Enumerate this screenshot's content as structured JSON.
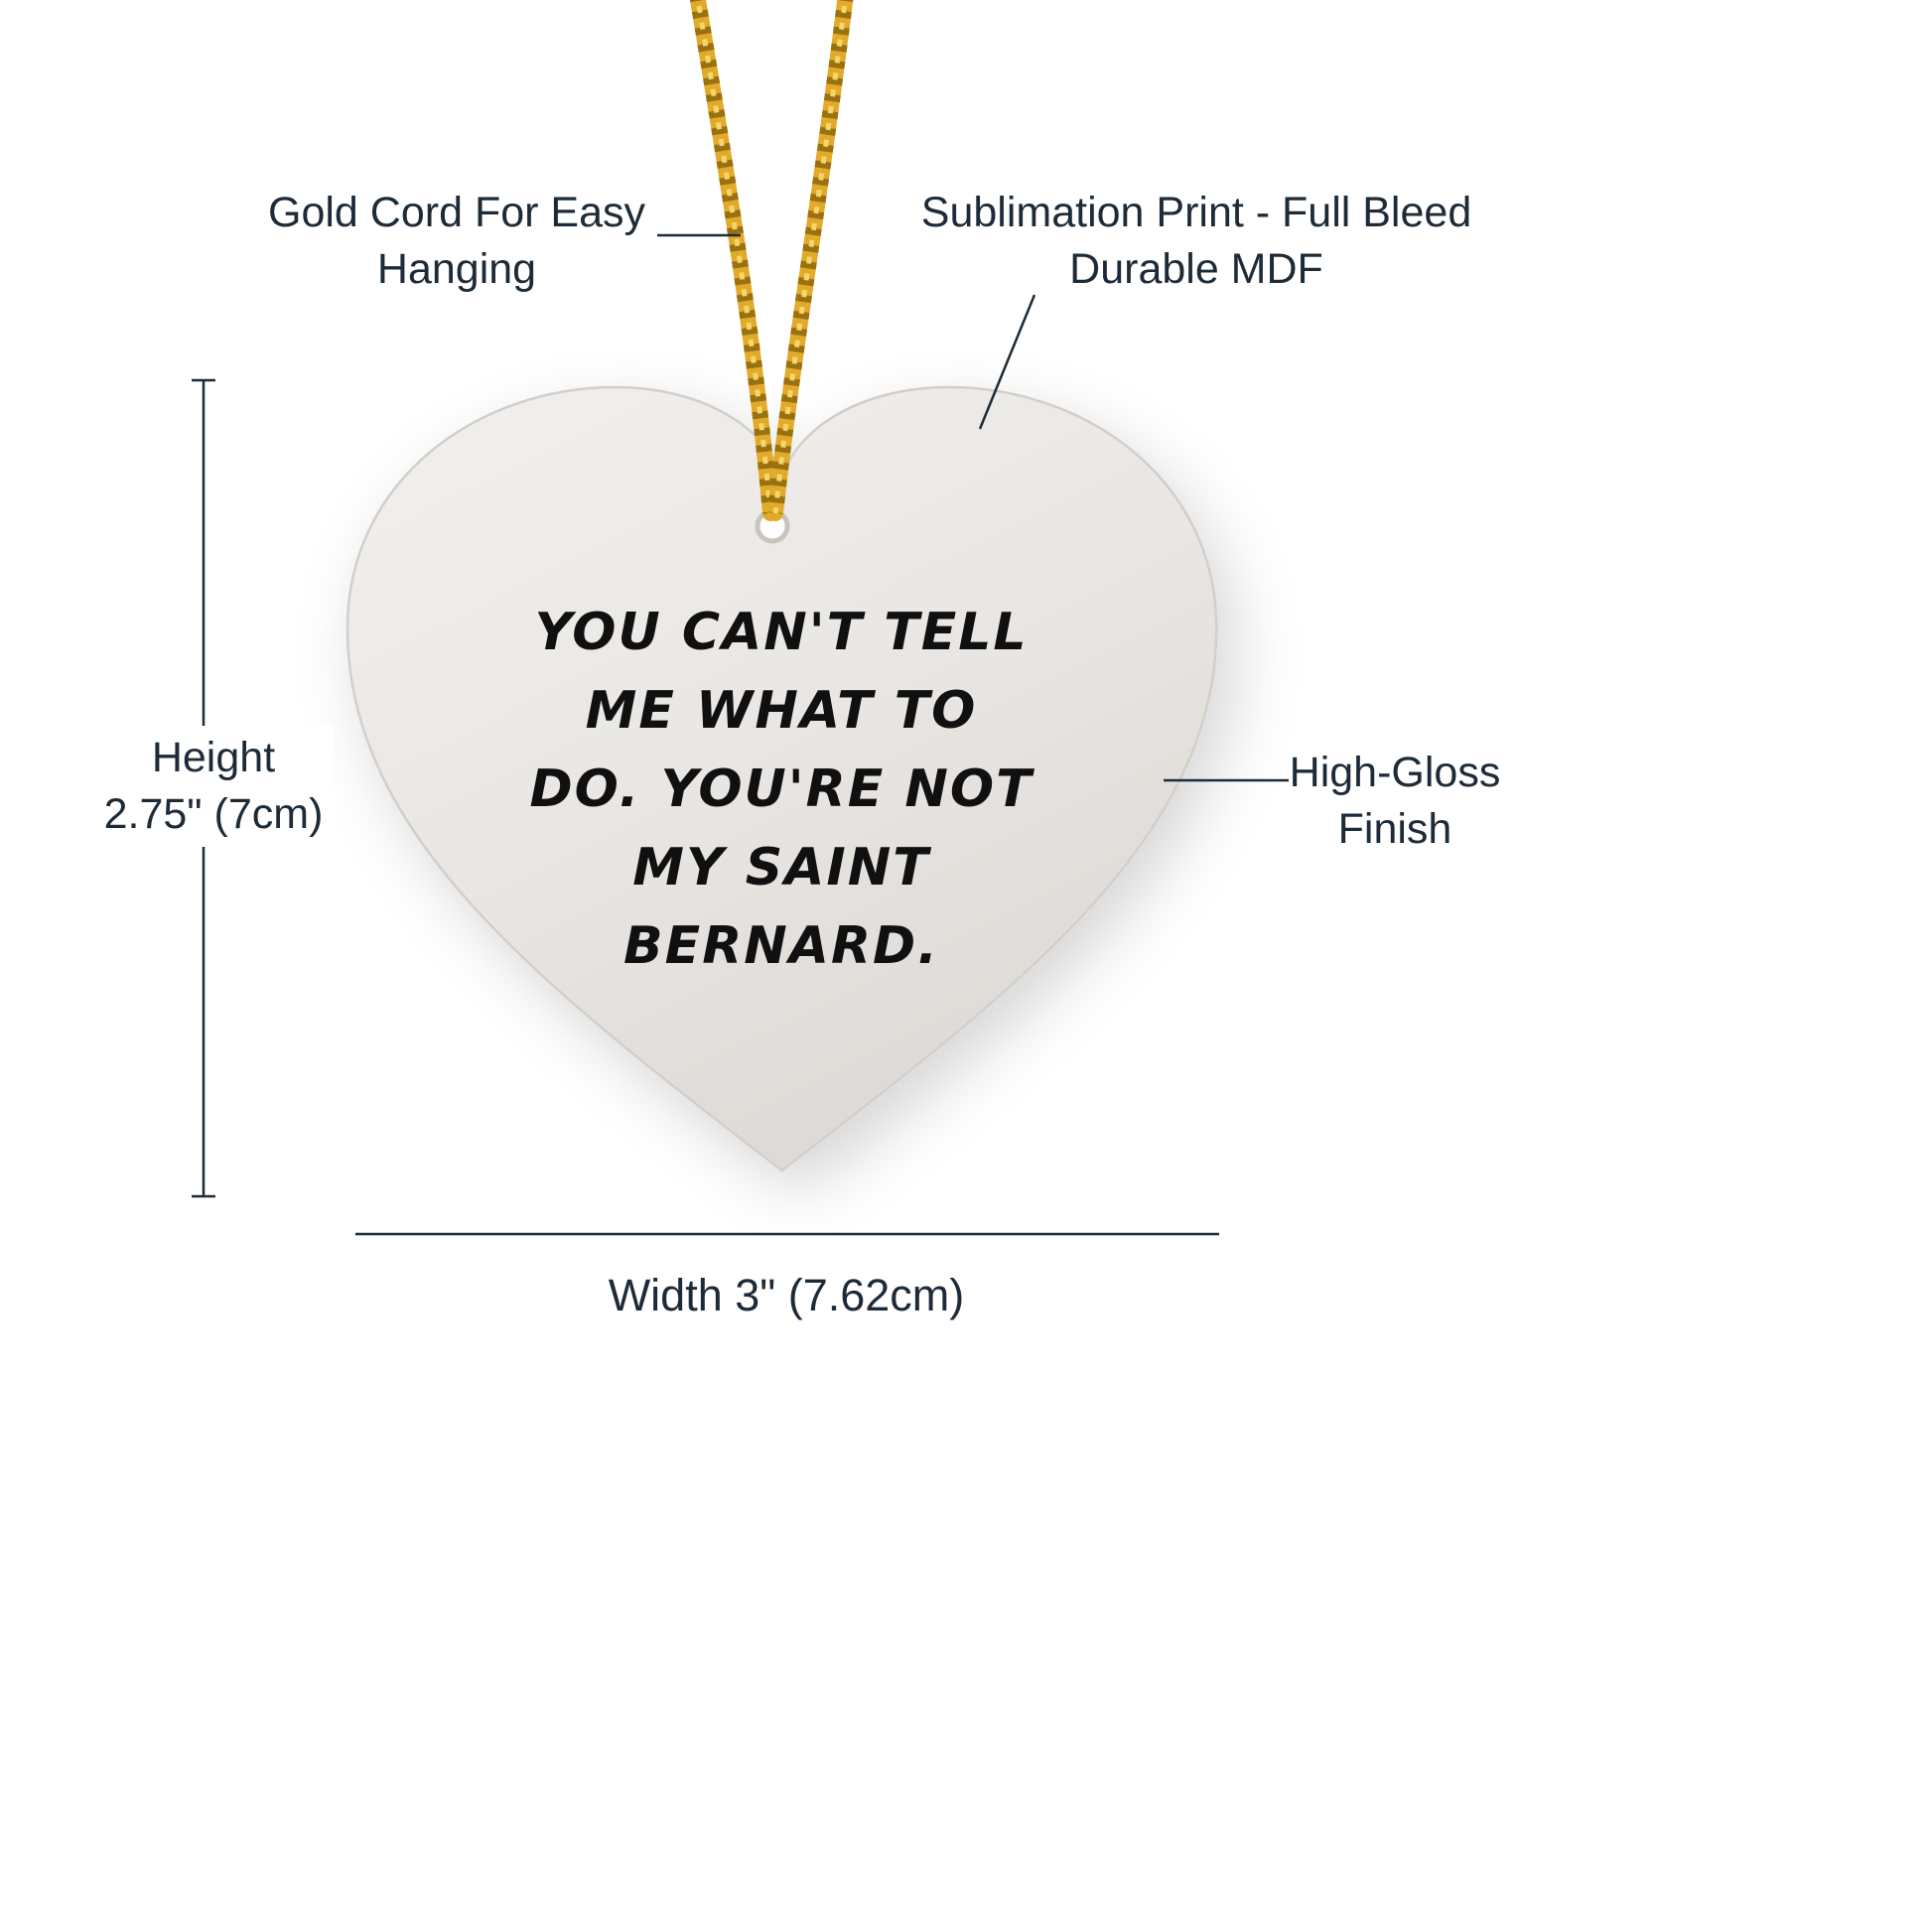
{
  "colors": {
    "ink": "#1d2b39",
    "gold": "#e2aa2b",
    "gold-dark": "#9a7110",
    "gold-light": "#f6d56a",
    "heart-edge": "#d3cec9",
    "quote": "#101010"
  },
  "callouts": {
    "cord": {
      "line1": "Gold Cord For Easy",
      "line2": "Hanging"
    },
    "print": {
      "line1": "Sublimation Print - Full Bleed",
      "line2": "Durable MDF"
    },
    "finish": {
      "line1": "High-Gloss",
      "line2": "Finish"
    },
    "height": {
      "line1": "Height",
      "line2": "2.75\" (7cm)"
    },
    "width": {
      "label": "Width 3\" (7.62cm)"
    }
  },
  "ornament": {
    "quote_lines": [
      "YOU CAN'T TELL",
      "ME WHAT TO",
      "DO. YOU'RE NOT",
      "MY SAINT",
      "BERNARD."
    ]
  }
}
